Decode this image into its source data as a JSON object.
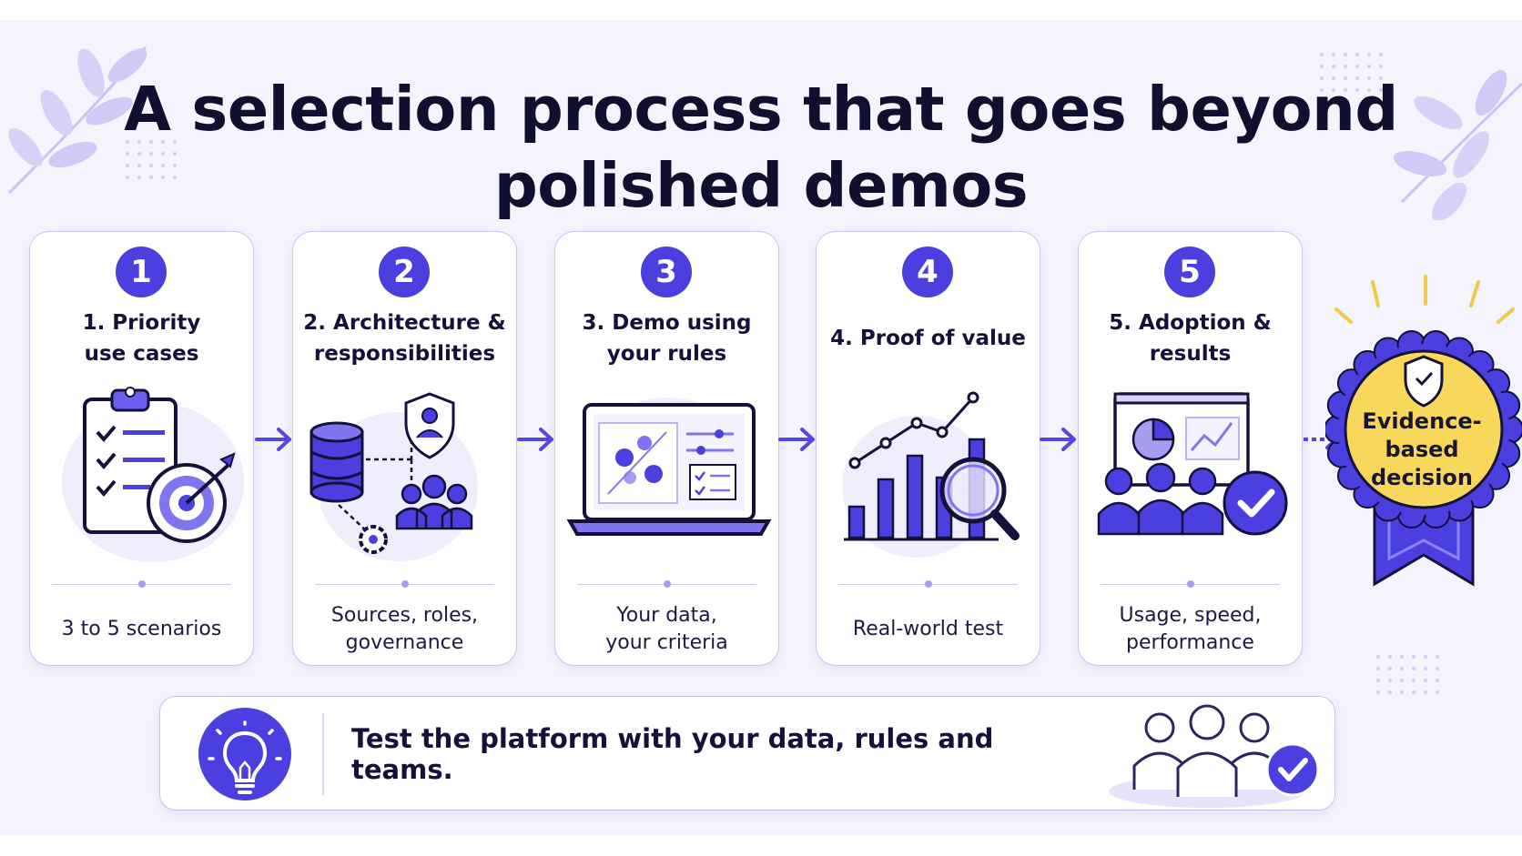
{
  "title": "A selection process that goes beyond polished demos",
  "steps": [
    {
      "number": "1",
      "title": "1. Priority\nuse cases",
      "subtitle": "3 to 5 scenarios",
      "icon": "clipboard-target-icon"
    },
    {
      "number": "2",
      "title": "2. Architecture &\nresponsibilities",
      "subtitle": "Sources, roles,\ngovernance",
      "icon": "database-governance-icon"
    },
    {
      "number": "3",
      "title": "3. Demo using\nyour rules",
      "subtitle": "Your data,\nyour criteria",
      "icon": "laptop-dashboard-icon"
    },
    {
      "number": "4",
      "title": "4. Proof of value",
      "subtitle": "Real-world test",
      "icon": "chart-magnifier-icon"
    },
    {
      "number": "5",
      "title": "5. Adoption &\nresults",
      "subtitle": "Usage, speed,\nperformance",
      "icon": "team-results-icon"
    }
  ],
  "badge": {
    "text": "Evidence-\nbased\ndecision",
    "icon": "shield-check-icon"
  },
  "banner": {
    "text": "Test the platform with your data, rules and teams.",
    "icon": "lightbulb-icon"
  },
  "colors": {
    "accent": "#4b3fe0",
    "accent_light": "#7f75f0",
    "badge_yellow": "#f9d75a",
    "background": "#f5f4fd"
  }
}
